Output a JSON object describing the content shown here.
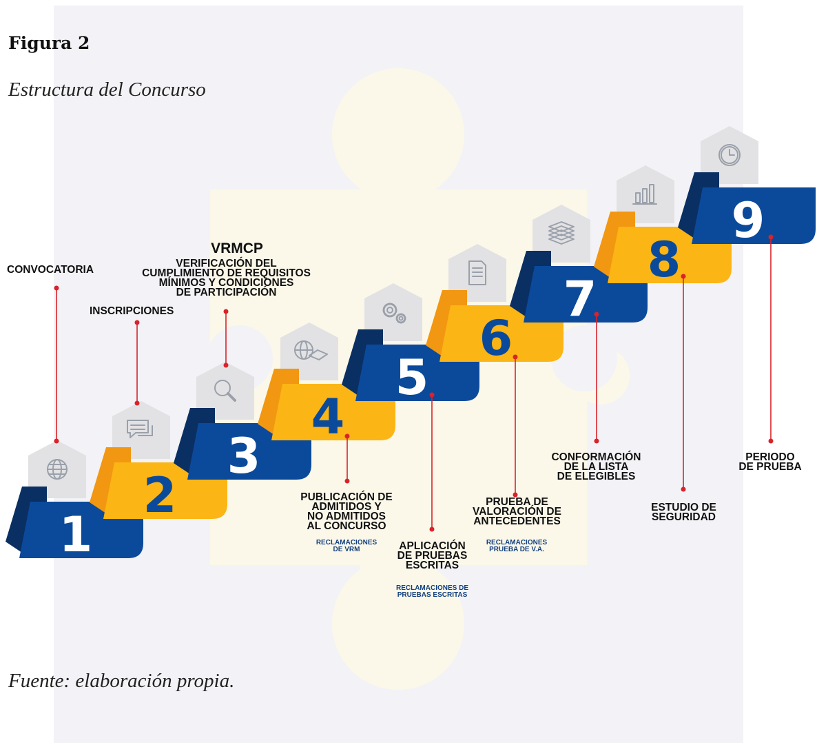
{
  "figure": {
    "title": "Figura 2",
    "subtitle": "Estructura del Concurso",
    "source": "Fuente: elaboración propia."
  },
  "colors": {
    "blue": "#0b4a9b",
    "blue_shadow": "#0a2f63",
    "yellow": "#fbb514",
    "yellow_shadow": "#f29711",
    "number_on_blue": "#ffffff",
    "number_on_yellow": "#0b4a9b",
    "connector": "#d9222a",
    "icon_tile": "#e2e2e4",
    "icon_stroke": "#9aa0aa"
  },
  "steps": [
    {
      "number": "1",
      "color": "blue",
      "icon": "globe-icon",
      "label": "CONVOCATORIA"
    },
    {
      "number": "2",
      "color": "yellow",
      "icon": "chat-bubbles-icon",
      "label": "INSCRIPCIONES"
    },
    {
      "number": "3",
      "color": "blue",
      "icon": "magnifier-icon",
      "heading": "VRMCP",
      "label": "VERIFICACIÓN DEL\nCUMPLIMIENTO DE REQUISITOS\nMÍNIMOS Y CONDICIONES\nDE PARTICIPACIÓN"
    },
    {
      "number": "4",
      "color": "yellow",
      "icon": "globe-map-icon",
      "label": "PUBLICACIÓN DE\nADMITIDOS Y\nNO ADMITIDOS\nAL CONCURSO",
      "sublabel": "RECLAMACIONES\nDE VRM"
    },
    {
      "number": "5",
      "color": "blue",
      "icon": "gears-icon",
      "label": "APLICACIÓN\nDE PRUEBAS\nESCRITAS",
      "sublabel": "RECLAMACIONES DE\nPRUEBAS ESCRITAS"
    },
    {
      "number": "6",
      "color": "yellow",
      "icon": "document-icon",
      "label": "PRUEBA DE\nVALORACIÓN DE\nANTECEDENTES",
      "sublabel": "RECLAMACIONES\nPRUEBA DE V.A."
    },
    {
      "number": "7",
      "color": "blue",
      "icon": "layers-icon",
      "label": "CONFORMACIÓN\nDE LA LISTA\nDE ELEGIBLES"
    },
    {
      "number": "8",
      "color": "yellow",
      "icon": "bar-chart-icon",
      "label": "ESTUDIO DE\nSEGURIDAD"
    },
    {
      "number": "9",
      "color": "blue",
      "icon": "clock-icon",
      "label": "PERIODO\nDE PRUEBA"
    }
  ]
}
